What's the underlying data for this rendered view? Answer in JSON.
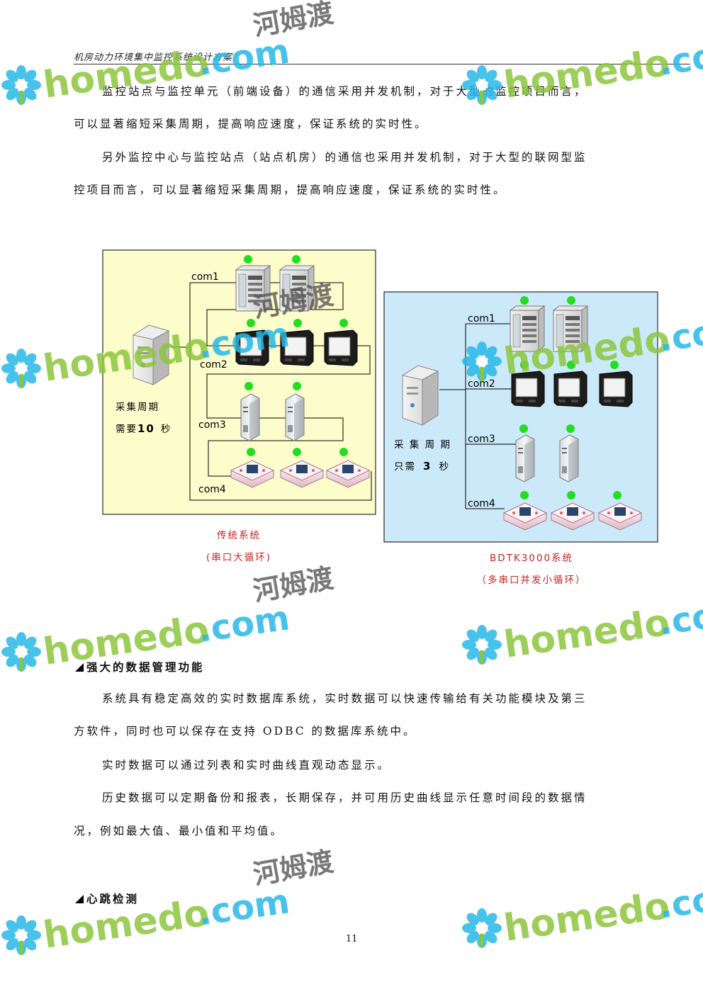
{
  "header": {
    "title": "机房动力环境集中监控系统设计方案"
  },
  "paragraphs_top": [
    "监控站点与监控单元（前端设备）的通信采用并发机制，对于大型的监控项目而言，",
    "可以显著缩短采集周期，提高响应速度，保证系统的实时性。",
    "另外监控中心与监控站点（站点机房）的通信也采用并发机制，对于大型的联网型监",
    "控项目而言，可以显著缩短采集周期，提高响应速度，保证系统的实时性。"
  ],
  "diagram": {
    "left_panel": {
      "ports": [
        "com1",
        "com2",
        "com3",
        "com4"
      ],
      "period_line1": "采集周期",
      "period_line2_prefix": "需要",
      "period_value": "10",
      "period_unit": "秒",
      "caption_line1": "传统系统",
      "caption_line2": "(串口大循环)"
    },
    "right_panel": {
      "ports": [
        "com1",
        "com2",
        "com3",
        "com4"
      ],
      "period_line1": "采 集 周 期",
      "period_line2_prefix": "只需",
      "period_value": "3",
      "period_unit": "秒",
      "caption_line1": "BDTK3000系统",
      "caption_line2": "（多串口并发小循环）"
    },
    "colors": {
      "left_bg": "#fdfdcc",
      "right_bg": "#cce9f9",
      "status_dot": "#22dd22",
      "caption": "#cc2222"
    }
  },
  "section1": {
    "heading": "强大的数据管理功能",
    "paragraphs": [
      "系统具有稳定高效的实时数据库系统，实时数据可以快速传输给有关功能模块及第三",
      "方软件，同时也可以保存在支持 ODBC 的数据库系统中。",
      "实时数据可以通过列表和实时曲线直观动态显示。",
      "历史数据可以定期备份和报表，长期保存，并可用历史曲线显示任意时间段的数据情",
      "况，例如最大值、最小值和平均值。"
    ]
  },
  "section2": {
    "heading": "心跳检测"
  },
  "page_number": "11",
  "watermark": {
    "brand": "homedo",
    "domain": ".com",
    "cn": "河姆渡"
  }
}
